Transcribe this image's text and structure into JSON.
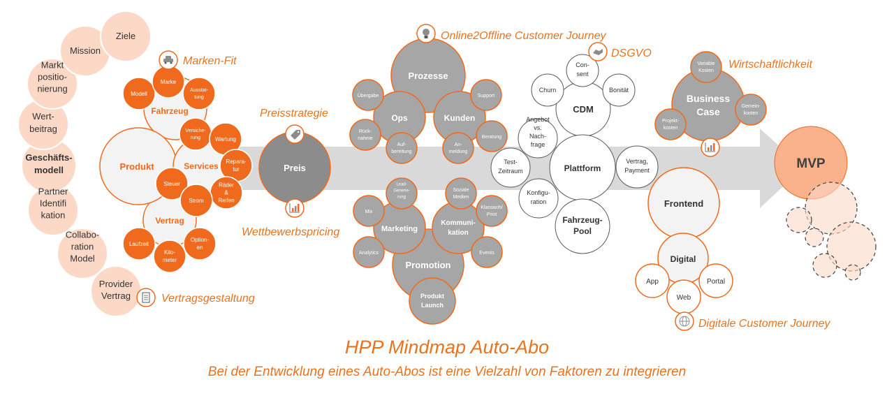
{
  "colors": {
    "peach": "#fcd9c6",
    "orange": "#ef6a1c",
    "orange_text": "#e8731e",
    "gray": "#a6a6a6",
    "gray_dark": "#8c8c8c",
    "light": "#f3f3f3",
    "mvp": "#f9b28c",
    "arrow": "#d9d9d9"
  },
  "title": "HPP Mindmap Auto-Abo",
  "subtitle": "Bei der Entwicklung eines Auto-Abos ist eine Vielzahl von Faktoren zu integrieren",
  "nodes": {
    "ziele": "Ziele",
    "mission": "Mission",
    "markt": "Markt positio- nierung",
    "wertbeitrag": "Wert- beitrag",
    "geschaeftsmodell": "Geschäfts- modell",
    "partner": "Partner Identifi kation",
    "collab": "Collabo- ration Model",
    "provider": "Provider Vertrag",
    "produkt": "Produkt",
    "fahrzeug": "Fahrzeug",
    "services": "Services",
    "vertrag": "Vertrag",
    "modell": "Modell",
    "marke": "Marke",
    "ausstattung": "Ausstat- tung",
    "versicherung": "Versiche- rung",
    "wartung": "Wartung",
    "reparatur": "Repara- tur",
    "raeder": "Räder & Reifen",
    "steuer": "Steuer",
    "strom": "Strom",
    "laufzeit": "Laufzeit",
    "kilometer": "Kilo- meter",
    "optionen": "Option- en",
    "preis": "Preis",
    "prozesse": "Prozesse",
    "ops": "Ops",
    "kunden": "Kunden",
    "uebergabe": "Übergabe",
    "ruecknahme": "Rück- nahme",
    "aufbereitung": "Auf- bereitung",
    "support": "Support",
    "beratung": "Beratung",
    "anmeldung": "An- meldung",
    "marketing": "Marketing",
    "kommunikation": "Kommuni- kation",
    "promotion": "Promotion",
    "produkt_launch": "Produkt Launch",
    "mix": "Mix",
    "leadgen": "Lead- Generie- rung",
    "analytics": "Analytics",
    "soziale_medien": "Soziale Medien",
    "klassisch": "Klassisch/ Print",
    "events": "Events",
    "cdm": "CDM",
    "consent": "Con- sent",
    "churn": "Churn",
    "bonitaet": "Bonität",
    "plattform": "Plattform",
    "angebot": "Angebot vs. Nach- frage",
    "testzeitraum": "Test- Zeitraum",
    "konfiguration": "Konfigu- ration",
    "fahrzeugpool": "Fahrzeug- Pool",
    "vertrag_payment": "Vertrag, Payment",
    "business_case": "Business Case",
    "variable_kosten": "Variable Kosten",
    "gemeinkosten": "Gemein- kosten",
    "projektkosten": "Projekt- kosten",
    "frontend": "Frontend",
    "digital": "Digital",
    "app": "App",
    "web": "Web",
    "portal": "Portal",
    "mvp": "MVP"
  },
  "callouts": {
    "marken_fit": "Marken-Fit",
    "preisstrategie": "Preisstrategie",
    "wettbewerbspricing": "Wettbewerbspricing",
    "vertragsgestaltung": "Vertragsgestaltung",
    "online2offline": "Online2Offline Customer Journey",
    "dsgvo": "DSGVO",
    "wirtschaftlichkeit": "Wirtschaftlichkeit",
    "digitale_cj": "Digitale Customer Journey"
  },
  "icons": [
    "car-icon",
    "price-tag-icon",
    "bar-chart-icon",
    "document-icon",
    "lightbulb-icon",
    "handshake-icon",
    "globe-icon"
  ]
}
